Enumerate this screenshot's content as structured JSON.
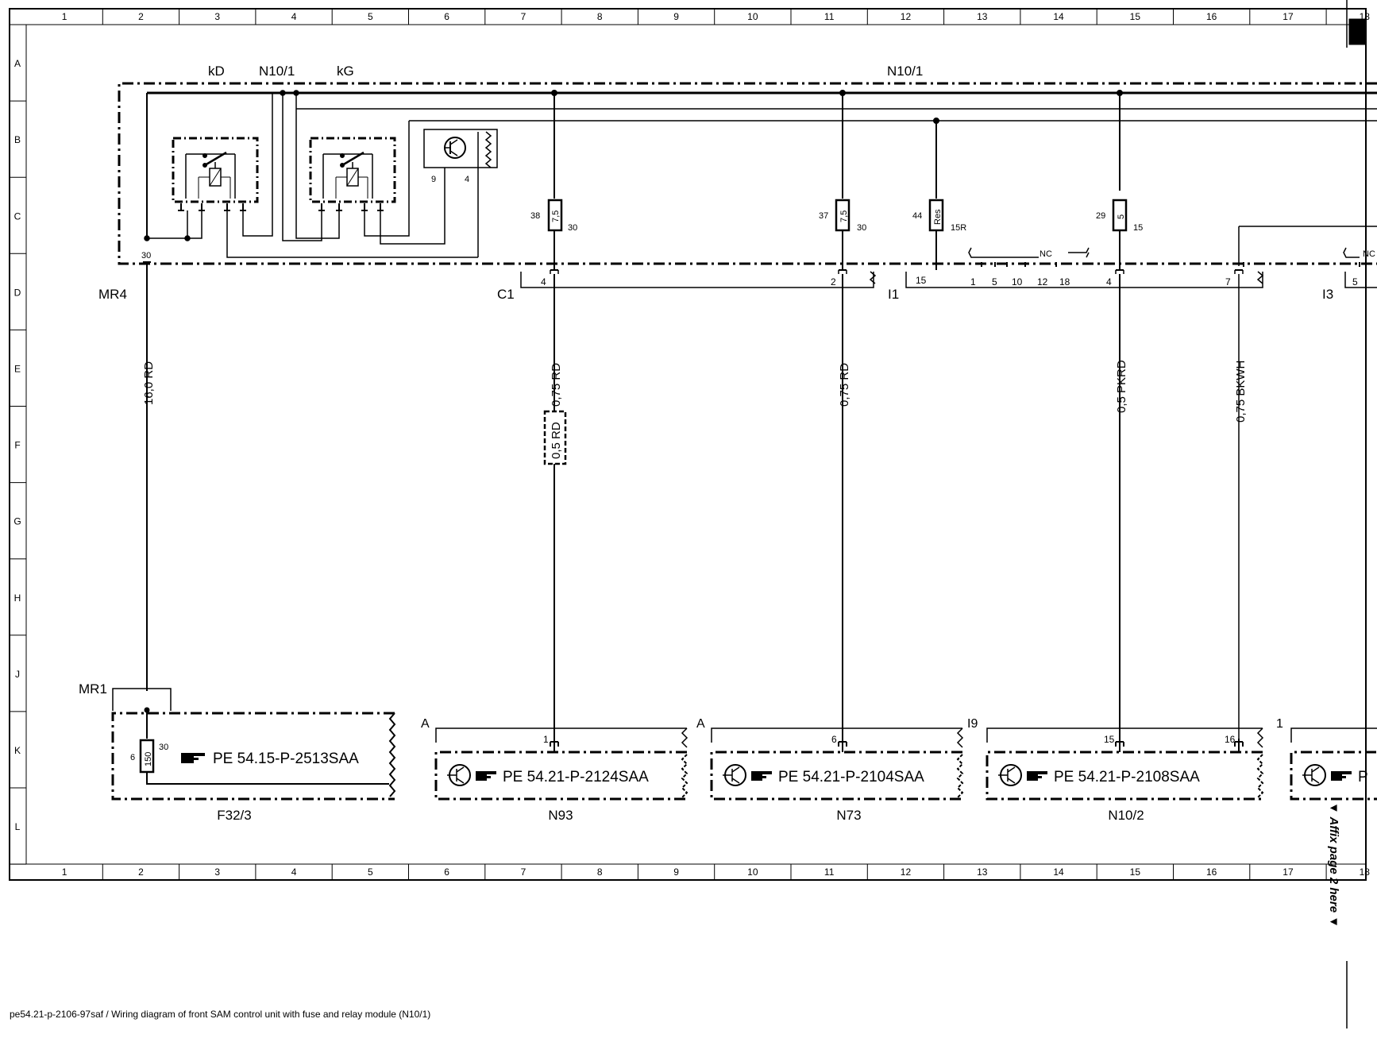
{
  "grid": {
    "columns": [
      "1",
      "2",
      "3",
      "4",
      "5",
      "6",
      "7",
      "8",
      "9",
      "10",
      "11",
      "12",
      "13",
      "14",
      "15",
      "16",
      "17",
      "18"
    ],
    "rows": [
      "A",
      "B",
      "C",
      "D",
      "E",
      "F",
      "G",
      "H",
      "J",
      "K",
      "L"
    ]
  },
  "header_labels": {
    "kd": "kD",
    "n10_1_left": "N10/1",
    "kg": "kG",
    "n10_1_main": "N10/1"
  },
  "transistor_pins": {
    "pin9": "9",
    "pin4": "4"
  },
  "fuses": [
    {
      "number": "38",
      "rating": "7,5",
      "terminal": "30"
    },
    {
      "number": "37",
      "rating": "7,5",
      "terminal": "30"
    },
    {
      "number": "44",
      "rating": "Res",
      "terminal": "15R"
    },
    {
      "number": "29",
      "rating": "5",
      "terminal": "15"
    }
  ],
  "terminal_30": "30",
  "nc_label": "NC",
  "connectors": {
    "mr4": "MR4",
    "c1": {
      "name": "C1",
      "pin_a": "4",
      "pin_b": "2"
    },
    "i1": {
      "name": "I1",
      "pins": [
        "15",
        "1",
        "5",
        "10",
        "12",
        "18",
        "4",
        "7"
      ]
    },
    "i3": {
      "name": "I3",
      "pin": "5"
    },
    "mr1": "MR1"
  },
  "wires": [
    "16,0 RD",
    "0,75 RD",
    "0,5 RD",
    "0,75 RD",
    "0,5 PKRD",
    "0,75 BKWH"
  ],
  "modules": [
    {
      "name": "F32/3",
      "ref": "PE 54.15-P-2513SAA",
      "fuse_number": "6",
      "fuse_rating": "150",
      "terminal": "30"
    },
    {
      "name": "N93",
      "ref": "PE 54.21-P-2124SAA",
      "tag": "A",
      "pin": "1"
    },
    {
      "name": "N73",
      "ref": "PE 54.21-P-2104SAA",
      "tag": "A",
      "pin": "6"
    },
    {
      "name": "N10/2",
      "ref": "PE 54.21-P-2108SAA",
      "tag": "I9",
      "pin": "15",
      "pin2": "16"
    },
    {
      "name": "",
      "ref": "P",
      "tag": "1",
      "pin": ""
    }
  ],
  "ref_icon": "pointing-hand-icon",
  "affix_text": "▼ Affix page 2 here ▼",
  "footer": "pe54.21-p-2106-97saf / Wiring diagram of front SAM control unit with fuse and relay module (N10/1)"
}
